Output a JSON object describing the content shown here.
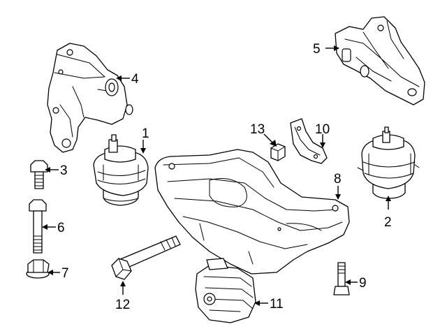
{
  "callouts": [
    {
      "id": "c1",
      "text": "1"
    },
    {
      "id": "c2",
      "text": "2"
    },
    {
      "id": "c3",
      "text": "3"
    },
    {
      "id": "c4",
      "text": "4"
    },
    {
      "id": "c5",
      "text": "5"
    },
    {
      "id": "c6",
      "text": "6"
    },
    {
      "id": "c7",
      "text": "7"
    },
    {
      "id": "c8",
      "text": "8"
    },
    {
      "id": "c9",
      "text": "9"
    },
    {
      "id": "c10",
      "text": "10"
    },
    {
      "id": "c11",
      "text": "11"
    },
    {
      "id": "c12",
      "text": "12"
    },
    {
      "id": "c13",
      "text": "13"
    }
  ],
  "colors": {
    "line": "#000000",
    "background": "#ffffff"
  }
}
